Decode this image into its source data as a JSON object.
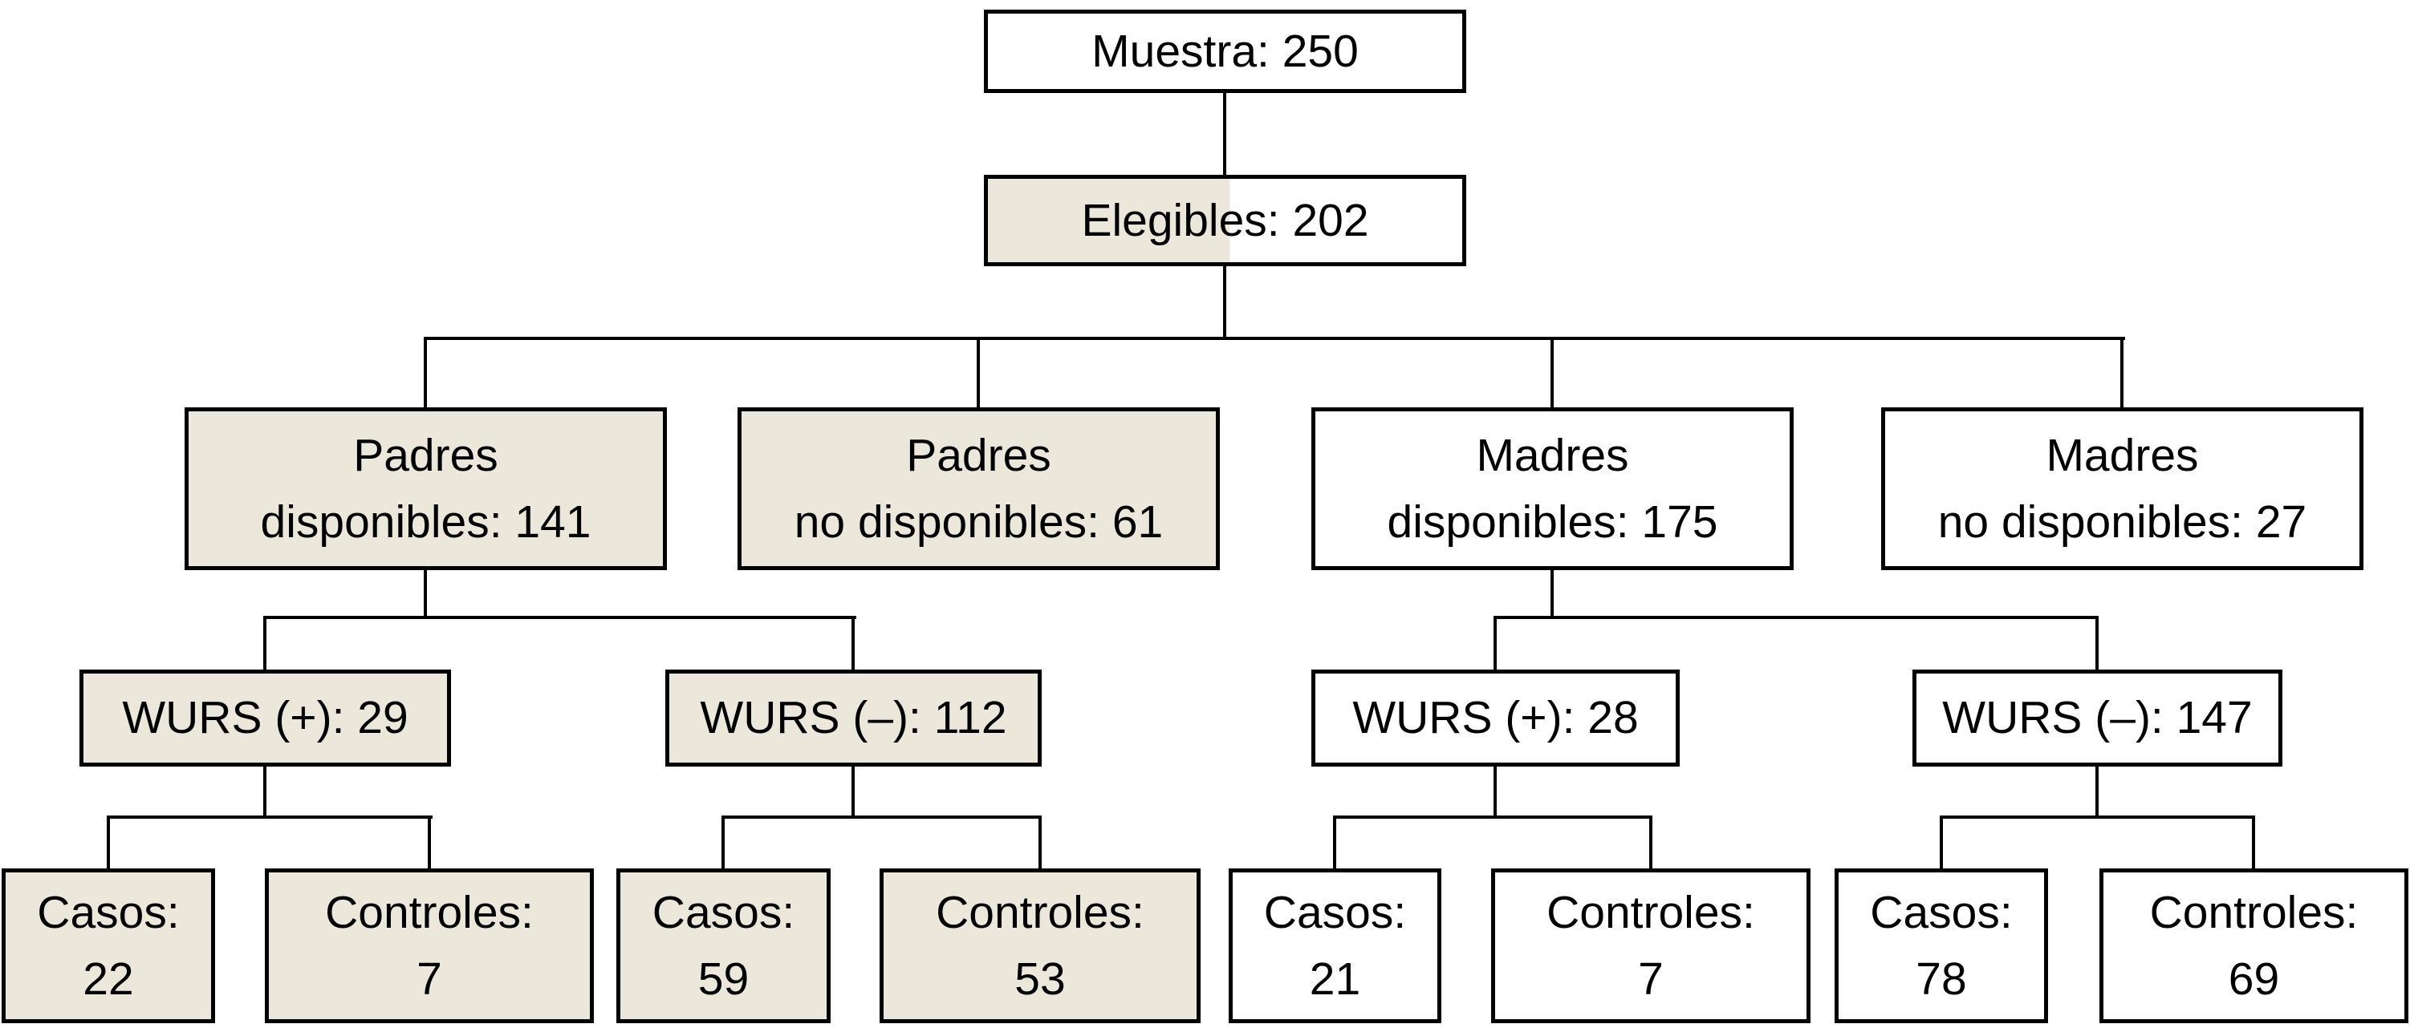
{
  "diagram": {
    "type": "flowchart",
    "language": "es",
    "colors": {
      "shaded_fill": "#ebe7db",
      "plain_fill": "#ffffff",
      "line_and_border": "#000000",
      "text": "#000000"
    },
    "nodes": {
      "muestra": {
        "label": "Muestra: 250",
        "shaded": false
      },
      "elegibles": {
        "label": "Elegibles: 202",
        "shaded": "left-half"
      },
      "padres_disponibles": {
        "line1": "Padres",
        "line2": "disponibles: 141",
        "shaded": true
      },
      "padres_no_disponibles": {
        "line1": "Padres",
        "line2": "no disponibles: 61",
        "shaded": true
      },
      "madres_disponibles": {
        "line1": "Madres",
        "line2": "disponibles: 175",
        "shaded": false
      },
      "madres_no_disponibles": {
        "line1": "Madres",
        "line2": "no disponibles: 27",
        "shaded": false
      },
      "wurs_pos_padres": {
        "label": "WURS (+): 29",
        "shaded": true
      },
      "wurs_neg_padres": {
        "label": "WURS (–): 112",
        "shaded": true
      },
      "wurs_pos_madres": {
        "label": "WURS (+): 28",
        "shaded": false
      },
      "wurs_neg_madres": {
        "label": "WURS (–): 147",
        "shaded": false
      },
      "casos_wurs_pos_padres": {
        "line1": "Casos:",
        "line2": "22",
        "shaded": true
      },
      "controles_wurs_pos_padres": {
        "line1": "Controles:",
        "line2": "7",
        "shaded": true
      },
      "casos_wurs_neg_padres": {
        "line1": "Casos:",
        "line2": "59",
        "shaded": true
      },
      "controles_wurs_neg_padres": {
        "line1": "Controles:",
        "line2": "53",
        "shaded": true
      },
      "casos_wurs_pos_madres": {
        "line1": "Casos:",
        "line2": "21",
        "shaded": false
      },
      "controles_wurs_pos_madres": {
        "line1": "Controles:",
        "line2": "7",
        "shaded": false
      },
      "casos_wurs_neg_madres": {
        "line1": "Casos:",
        "line2": "78",
        "shaded": false
      },
      "controles_wurs_neg_madres": {
        "line1": "Controles:",
        "line2": "69",
        "shaded": false
      }
    },
    "edges": [
      [
        "muestra",
        "elegibles"
      ],
      [
        "elegibles",
        "padres_disponibles"
      ],
      [
        "elegibles",
        "padres_no_disponibles"
      ],
      [
        "elegibles",
        "madres_disponibles"
      ],
      [
        "elegibles",
        "madres_no_disponibles"
      ],
      [
        "padres_disponibles",
        "wurs_pos_padres"
      ],
      [
        "padres_disponibles",
        "wurs_neg_padres"
      ],
      [
        "madres_disponibles",
        "wurs_pos_madres"
      ],
      [
        "madres_disponibles",
        "wurs_neg_madres"
      ],
      [
        "wurs_pos_padres",
        "casos_wurs_pos_padres"
      ],
      [
        "wurs_pos_padres",
        "controles_wurs_pos_padres"
      ],
      [
        "wurs_neg_padres",
        "casos_wurs_neg_padres"
      ],
      [
        "wurs_neg_padres",
        "controles_wurs_neg_padres"
      ],
      [
        "wurs_pos_madres",
        "casos_wurs_pos_madres"
      ],
      [
        "wurs_pos_madres",
        "controles_wurs_pos_madres"
      ],
      [
        "wurs_neg_madres",
        "casos_wurs_neg_madres"
      ],
      [
        "wurs_neg_madres",
        "controles_wurs_neg_madres"
      ]
    ]
  }
}
